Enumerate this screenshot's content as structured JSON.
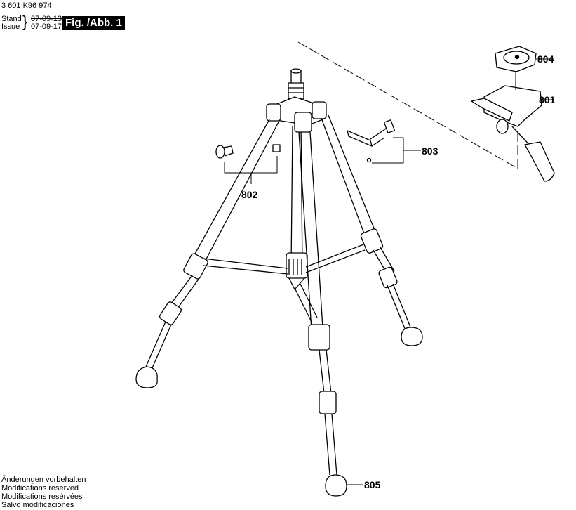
{
  "header": {
    "part_number": "3 601 K96 974",
    "stand_label": "Stand",
    "issue_label": "Issue",
    "stand_date": "07-09-13",
    "issue_date": "07-09-17",
    "figure_label": "Fig. /Abb. 1"
  },
  "callouts": {
    "tripod_head": "801",
    "locking_screws": "802",
    "crank_handle": "803",
    "quick_release_plate": "804",
    "foot": "805"
  },
  "footer": {
    "lines": [
      "Änderungen vorbehalten",
      "Modifications reserved",
      "Modifications resérvées",
      "Salvo modificaciones"
    ]
  }
}
